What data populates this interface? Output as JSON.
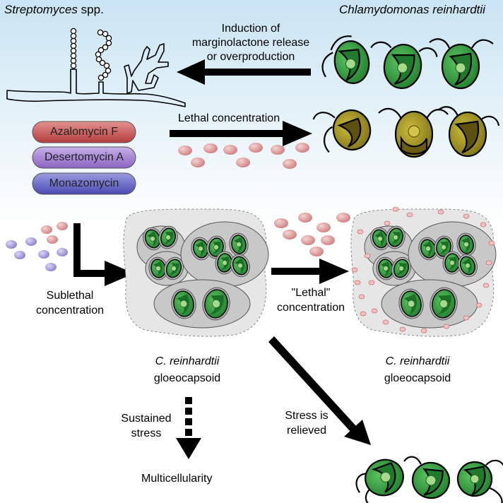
{
  "labels": {
    "streptomyces_genus": "Streptomyces",
    "streptomyces_suffix": " spp.",
    "chlamy_name": "Chlamydomonas reinhardtii",
    "induction_line1": "Induction of",
    "induction_line2": "marginolactone release",
    "induction_line3": "or overproduction",
    "lethal": "Lethal concentration",
    "sublethal_line1": "Sublethal",
    "sublethal_line2": "concentration",
    "lethal_quoted_line1": "\"Lethal\"",
    "lethal_quoted_line2": "concentration",
    "gloeo_left_name": "C. reinhardtii",
    "gloeo_left_word": "gloeocapsoid",
    "gloeo_right_name": "C. reinhardtii",
    "gloeo_right_word": "gloeocapsoid",
    "sustained_line1": "Sustained",
    "sustained_line2": "stress",
    "relieved_line1": "Stress is",
    "relieved_line2": "relieved",
    "multicellularity": "Multicellularity"
  },
  "compounds": [
    {
      "name": "Azalomycin F",
      "color": "#c44a4a"
    },
    {
      "name": "Desertomycin A",
      "color": "#9b7ad0"
    },
    {
      "name": "Monazomycin",
      "color": "#5c5cbf"
    }
  ],
  "colors": {
    "healthy_cell": "#2e9a3c",
    "dying_cell": "#a89a2a",
    "molecule_red": "#e7a9a9",
    "molecule_purple": "#b7b0e6",
    "arrow": "#000000"
  }
}
